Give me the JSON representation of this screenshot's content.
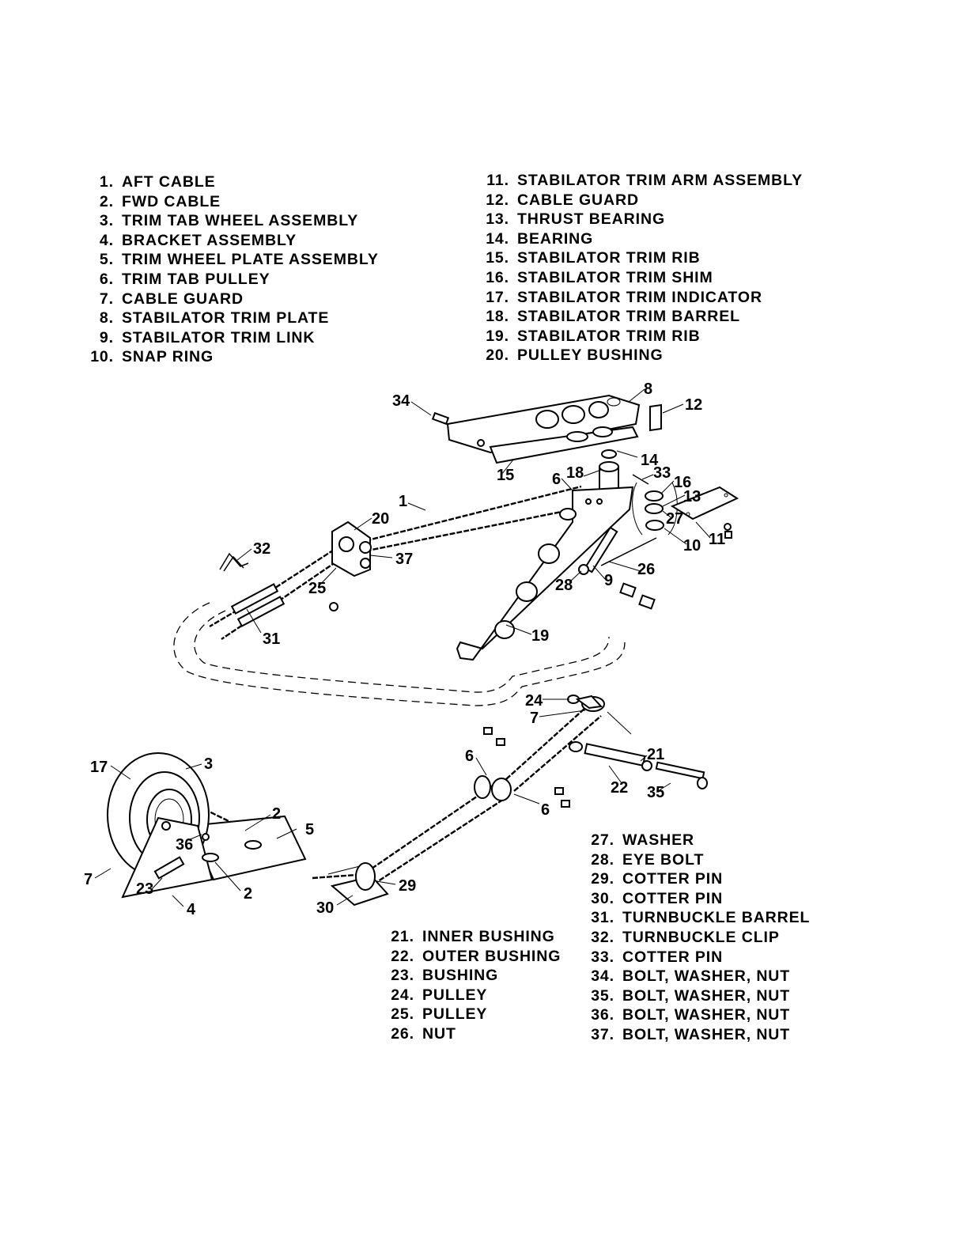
{
  "legend_top_left": [
    {
      "num": "1.",
      "label": "AFT CABLE"
    },
    {
      "num": "2.",
      "label": "FWD CABLE"
    },
    {
      "num": "3.",
      "label": "TRIM TAB WHEEL ASSEMBLY"
    },
    {
      "num": "4.",
      "label": "BRACKET ASSEMBLY"
    },
    {
      "num": "5.",
      "label": "TRIM WHEEL PLATE ASSEMBLY"
    },
    {
      "num": "6.",
      "label": "TRIM TAB PULLEY"
    },
    {
      "num": "7.",
      "label": "CABLE GUARD"
    },
    {
      "num": "8.",
      "label": "STABILATOR TRIM PLATE"
    },
    {
      "num": "9.",
      "label": "STABILATOR TRIM LINK"
    },
    {
      "num": "10.",
      "label": "SNAP RING"
    }
  ],
  "legend_top_right": [
    {
      "num": "11.",
      "label": "STABILATOR TRIM ARM ASSEMBLY"
    },
    {
      "num": "12.",
      "label": "CABLE GUARD"
    },
    {
      "num": "13.",
      "label": "THRUST BEARING"
    },
    {
      "num": "14.",
      "label": "BEARING"
    },
    {
      "num": "15.",
      "label": "STABILATOR TRIM RIB"
    },
    {
      "num": "16.",
      "label": "STABILATOR TRIM SHIM"
    },
    {
      "num": "17.",
      "label": "STABILATOR TRIM INDICATOR"
    },
    {
      "num": "18.",
      "label": "STABILATOR TRIM BARREL"
    },
    {
      "num": "19.",
      "label": "STABILATOR TRIM RIB"
    },
    {
      "num": "20.",
      "label": "PULLEY BUSHING"
    }
  ],
  "legend_bottom_left": [
    {
      "num": "21.",
      "label": "INNER BUSHING"
    },
    {
      "num": "22.",
      "label": "OUTER BUSHING"
    },
    {
      "num": "23.",
      "label": "BUSHING"
    },
    {
      "num": "24.",
      "label": "PULLEY"
    },
    {
      "num": "25.",
      "label": "PULLEY"
    },
    {
      "num": "26.",
      "label": "NUT"
    }
  ],
  "legend_bottom_right": [
    {
      "num": "27.",
      "label": "WASHER"
    },
    {
      "num": "28.",
      "label": "EYE BOLT"
    },
    {
      "num": "29.",
      "label": "COTTER PIN"
    },
    {
      "num": "30.",
      "label": "COTTER PIN"
    },
    {
      "num": "31.",
      "label": "TURNBUCKLE BARREL"
    },
    {
      "num": "32.",
      "label": "TURNBUCKLE  CLIP"
    },
    {
      "num": "33.",
      "label": "COTTER PIN"
    },
    {
      "num": "34.",
      "label": "BOLT, WASHER, NUT"
    },
    {
      "num": "35.",
      "label": "BOLT, WASHER, NUT"
    },
    {
      "num": "36.",
      "label": "BOLT, WASHER, NUT"
    },
    {
      "num": "37.",
      "label": "BOLT, WASHER, NUT"
    }
  ],
  "callouts": {
    "c1": "1",
    "c2a": "2",
    "c2b": "2",
    "c3": "3",
    "c4": "4",
    "c5": "5",
    "c6a": "6",
    "c6b": "6",
    "c6c": "6",
    "c7a": "7",
    "c7b": "7",
    "c8": "8",
    "c9": "9",
    "c10": "10",
    "c11": "11",
    "c12": "12",
    "c13": "13",
    "c14": "14",
    "c15": "15",
    "c16": "16",
    "c17": "17",
    "c18": "18",
    "c19": "19",
    "c20": "20",
    "c21": "21",
    "c22": "22",
    "c23": "23",
    "c24": "24",
    "c25": "25",
    "c26": "26",
    "c27": "27",
    "c28": "28",
    "c29": "29",
    "c30": "30",
    "c31": "31",
    "c32": "32",
    "c33": "33",
    "c34": "34",
    "c35": "35",
    "c36": "36",
    "c37": "37"
  }
}
